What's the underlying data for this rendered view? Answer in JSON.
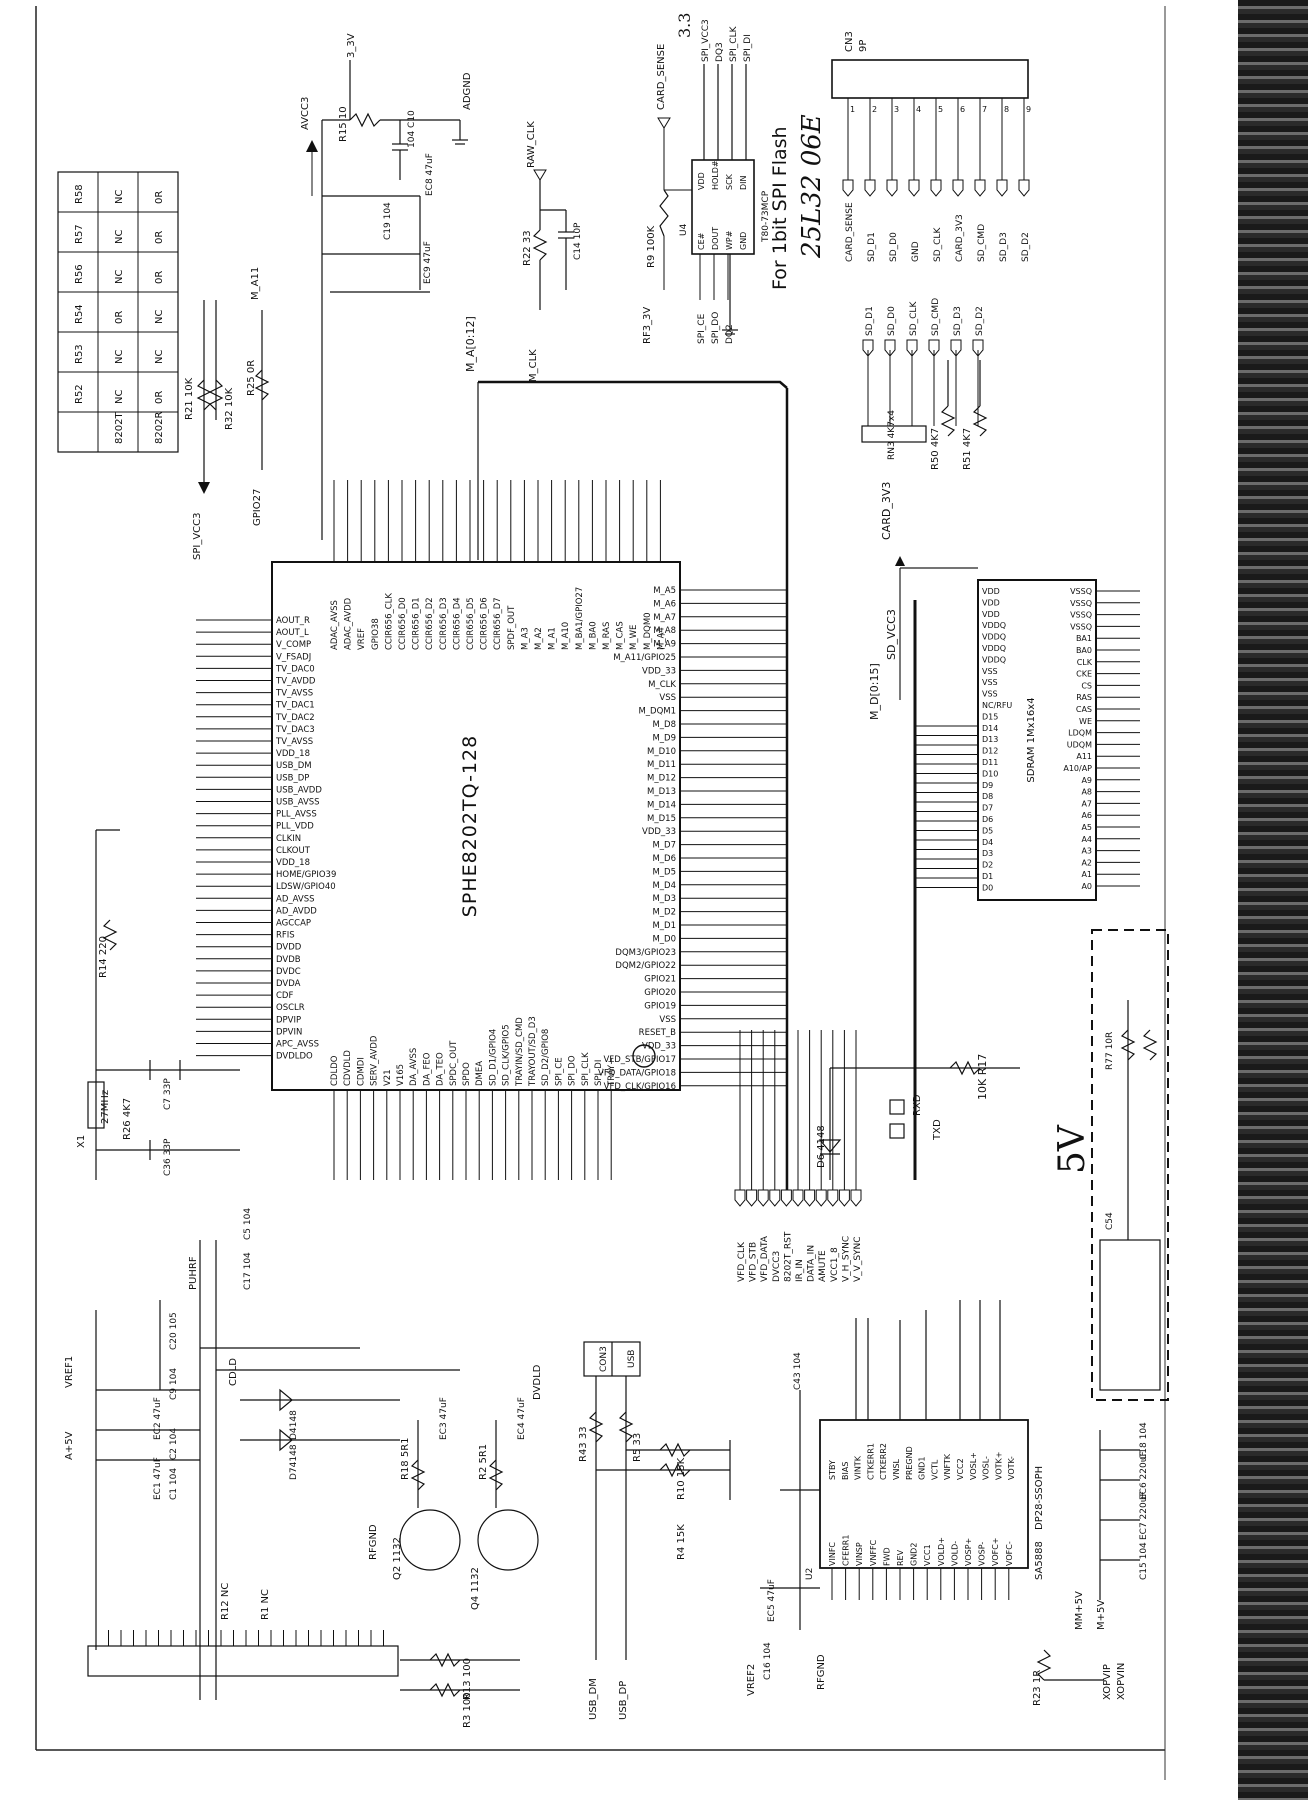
{
  "ic_main": {
    "name": "SPHE8202TQ-128"
  },
  "flash": {
    "title": "For 1bit SPI Flash",
    "handwritten": "25L32 06E",
    "ref": "U4",
    "package": "T80-73MCP",
    "supply_note": "3.3",
    "pins_left": [
      "CE#",
      "DOUT",
      "WP#",
      "GND"
    ],
    "pins_right": [
      "VDD",
      "HOLD#",
      "SCK",
      "DIN"
    ],
    "nets": [
      "SPI_CE",
      "SPI_DO",
      "DQ2"
    ],
    "top_nets": [
      "SPI_VCC3",
      "DQ3",
      "SPI_CLK",
      "SPI_DI"
    ]
  },
  "connector_cn3": {
    "name": "CN3",
    "pins_label": "9P",
    "pin_numbers": [
      "1",
      "2",
      "3",
      "4",
      "5",
      "6",
      "7",
      "8",
      "9"
    ],
    "signals": [
      "CARD_SENSE",
      "SD_D1",
      "SD_D0",
      "GND",
      "SD_CLK",
      "CARD_3V3",
      "SD_CMD",
      "SD_D3",
      "SD_D2"
    ]
  },
  "option_table": {
    "headers": [
      "",
      "R52",
      "R53",
      "R54",
      "R56",
      "R57",
      "R58"
    ],
    "rows": [
      [
        "8202T",
        "NC",
        "NC",
        "0R",
        "NC",
        "NC",
        "NC"
      ],
      [
        "8202R",
        "0R",
        "NC",
        "NC",
        "0R",
        "0R",
        "0R"
      ]
    ]
  },
  "sdram": {
    "name": "SDRAM 1Mx16x4"
  },
  "driver": {
    "name": "SA5888",
    "package": "DP28-SSOPH",
    "ref": "U2"
  },
  "annotations": {
    "handwritten_5v": "5V"
  },
  "net_labels": {
    "avcc3": "AVCC3",
    "adgnd": "ADGND",
    "card_sense": "CARD_SENSE",
    "raw_clk": "RAW_CLK",
    "rf3_3v": "RF3_3V",
    "m_clk": "M_CLK",
    "m_a_bus": "M_A[0:12]",
    "m_d_bus": "M_D[0:15]",
    "card_3v3": "CARD_3V3",
    "sd_vcc3": "SD_VCC3",
    "spi_vcc3": "SPI_VCC3",
    "gpio27": "GPIO27",
    "m_a11": "M_A11",
    "v_5v": "3_3V",
    "usb": "USB",
    "con3": "CON3",
    "usb_dm": "USB_DM",
    "usb_dp": "USB_DP",
    "vref1": "VREF1",
    "vref2": "VREF2",
    "a5v": "A+5V",
    "puhrf": "PUHRF",
    "cdld": "CDLD",
    "dvdld": "DVDLD",
    "rfgnd": "RFGND",
    "xopvip": "XOPVIP",
    "xopvin": "XOPVIN",
    "mm5v": "MM+5V",
    "v5": "M+5V",
    "rxd": "RXD",
    "txd": "TXD",
    "vcc1_8": "VCC1_8",
    "data_in": "DATA_IN",
    "amute": "AMUTE"
  },
  "resistors": {
    "r15": "R15  10",
    "r22": "R22  33",
    "r9": "R9  100K",
    "r21": "R21 10K",
    "r32": "R32 10K",
    "r25": "R25 0R",
    "r14": "R14  220",
    "r26": "R26 4K7",
    "r17": "10K R17",
    "r50": "R50 4K7",
    "r51": "R51 4K7",
    "rn3": "RN3 4K7x4",
    "r43": "R43  33",
    "r5": "R5  33",
    "r10": "R10 15K",
    "r4": "R4 15K",
    "r13": "R13 100",
    "r3": "R3 100",
    "r23": "R23 1R",
    "r12": "R12 NC",
    "r1": "R1 NC",
    "r18": "R18 5R1",
    "r2": "R2 5R1",
    "r77": "R77 10R"
  },
  "capacitors": {
    "c10": "104 C10",
    "ec8": "EC8 47uF",
    "c19": "C19 104",
    "ec9": "EC9 47uF",
    "c14": "C14 10P",
    "c7": "C7 33P",
    "c36": "C36 33P",
    "c20": "C20 105",
    "ec5": "EC5 47uF",
    "c16": "C16 104",
    "c43": "C43 104",
    "ec3": "EC3 47uF",
    "ec4": "EC4 47uF",
    "c9": "C9 104",
    "ec2": "EC2 47uF",
    "c2": "C2 104",
    "ec1": "EC1 47uF",
    "c1": "C1 104",
    "c5": "C5 104",
    "c17": "C17 104",
    "c54": "C54",
    "c18": "C18 104",
    "ec6": "EC6 220uF",
    "ec7": "EC7 220uF",
    "c15": "C15 104"
  },
  "crystal": {
    "ref": "X1",
    "value": "27MHz"
  },
  "diodes": {
    "d6": "D6 4148",
    "d4": "D4148",
    "d7": "D74148"
  },
  "transistors": {
    "q2": "Q2 1132",
    "q4": "Q4 1132"
  },
  "main_left_pins": [
    "AOUT_R",
    "AOUT_L",
    "V_COMP",
    "V_FSADJ",
    "TV_DAC0",
    "TV_AVDD",
    "TV_AVSS",
    "TV_DAC1",
    "TV_DAC2",
    "TV_DAC3",
    "TV_AVSS",
    "VDD_18",
    "USB_DM",
    "USB_DP",
    "USB_AVDD",
    "USB_AVSS",
    "PLL_AVSS",
    "PLL_VDD",
    "CLKIN",
    "CLKOUT",
    "VDD_18",
    "HOME/GPIO39",
    "LDSW/GPIO40",
    "AD_AVSS",
    "AD_AVDD",
    "AGCCAP",
    "RFIS",
    "DVDD",
    "DVDB",
    "DVDC",
    "DVDA",
    "CDF",
    "OSCLR",
    "DPVIP",
    "DPVIN",
    "APC_AVSS",
    "DVDLDO"
  ],
  "main_top_pins": [
    "ADAC_AVSS",
    "ADAC_AVDD",
    "VREF",
    "GPIO38",
    "CCIR656_CLK",
    "CCIR656_D0",
    "CCIR656_D1",
    "CCIR656_D2",
    "CCIR656_D3",
    "CCIR656_D4",
    "CCIR656_D5",
    "CCIR656_D6",
    "CCIR656_D7",
    "SPDF_OUT",
    "M_A3",
    "M_A2",
    "M_A1",
    "M_A10",
    "M_BA1/GPIO27",
    "M_BA0",
    "M_RAS",
    "M_CAS",
    "M_WE",
    "M_DQM0",
    "M_A4"
  ],
  "main_bottom_pins": [
    "CDLDO",
    "CDVDLD",
    "CDMDI",
    "SERV_AVDD",
    "V21",
    "V165",
    "DA_AVSS",
    "DA_FEO",
    "DA_TEO",
    "SPDC_OUT",
    "SPDO",
    "DMEA",
    "SD_D1/GPIO4",
    "SD_CLK/GPIO5",
    "TRAYIN/SD_CMD",
    "TRAYOUT/SD_D3",
    "SD_D2/GPIO8",
    "SPI_CE",
    "SPI_DO",
    "SPI_CLK",
    "SPI_DI",
    "TRAY+"
  ],
  "main_right_pins": [
    "M_A5",
    "M_A6",
    "M_A7",
    "M_A8",
    "M_A9",
    "M_A11/GPIO25",
    "VDD_33",
    "M_CLK",
    "VSS",
    "M_DQM1",
    "M_D8",
    "M_D9",
    "M_D10",
    "M_D11",
    "M_D12",
    "M_D13",
    "M_D14",
    "M_D15",
    "VDD_33",
    "M_D7",
    "M_D6",
    "M_D5",
    "M_D4",
    "M_D3",
    "M_D2",
    "M_D1",
    "M_D0",
    "DQM3/GPIO23",
    "DQM2/GPIO22",
    "GPIO21",
    "GPIO20",
    "GPIO19",
    "VSS",
    "RESET_B",
    "VDD_33",
    "VFD_STB/GPIO17",
    "VFD_DATA/GPIO18",
    "VFD_CLK/GPIO16"
  ],
  "bottom_signals": [
    "VFD_CLK",
    "VFD_STB",
    "VFD_DATA",
    "DVCC3",
    "8202T_RST",
    "IR_IN",
    "DATA_IN",
    "AMUTE",
    "VCC1_8",
    "V_H_SYNC",
    "V_V_SYNC"
  ],
  "driver_left_pins": [
    "VINFC",
    "CFERR1",
    "VINSP",
    "VNFFC",
    "FWD",
    "REV",
    "GND2",
    "VCC1",
    "VOLD+",
    "VOLD-",
    "VOSP+",
    "VOSP-",
    "VOFC+",
    "VOFC-"
  ],
  "driver_right_pins": [
    "STBY",
    "BIAS",
    "VINTK",
    "CTKERR1",
    "CTKERR2",
    "VNSL",
    "PREGND",
    "GND1",
    "VCTL",
    "VNFTK",
    "VCC2",
    "VOSL+",
    "VOSL-",
    "VOTK+",
    "VOTK-"
  ],
  "sdram_pins": [
    "VDD",
    "VDD",
    "VDD",
    "VDDQ",
    "VDDQ",
    "VDDQ",
    "VDDQ",
    "VSS",
    "VSS",
    "VSS",
    "NC/RFU",
    "D15",
    "D14",
    "D13",
    "D12",
    "D11",
    "D10",
    "D9",
    "D8",
    "D7",
    "D6",
    "D5",
    "D4",
    "D3",
    "D2",
    "D1",
    "D0"
  ],
  "sdram_right_pins": [
    "VSSQ",
    "VSSQ",
    "VSSQ",
    "VSSQ",
    "BA1",
    "BA0",
    "CLK",
    "CKE",
    "CS",
    "RAS",
    "CAS",
    "WE",
    "LDQM",
    "UDQM",
    "A11",
    "A10/AP",
    "A9",
    "A8",
    "A7",
    "A6",
    "A5",
    "A4",
    "A3",
    "A2",
    "A1",
    "A0"
  ]
}
